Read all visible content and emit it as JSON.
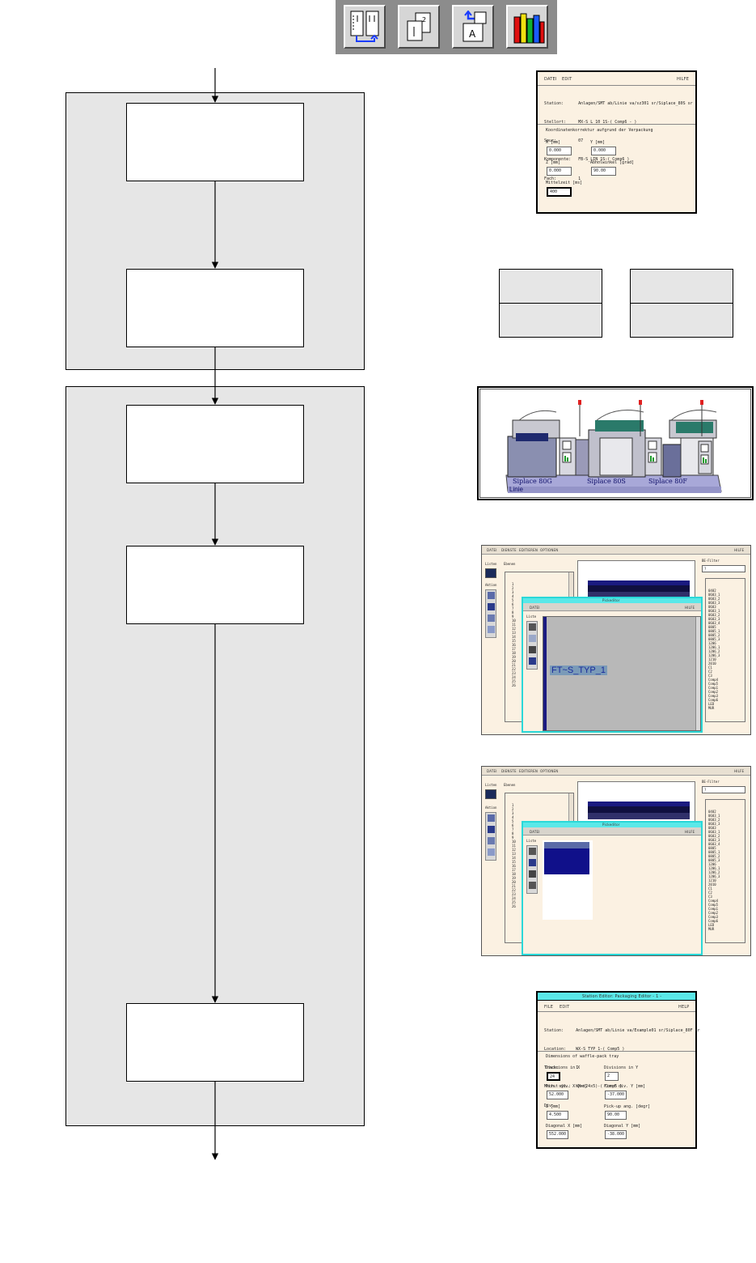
{
  "toolbar": {
    "icons": [
      "station-list-icon",
      "copy-pages-icon",
      "import-component-icon",
      "library-books-icon"
    ]
  },
  "dialog_top": {
    "menu": {
      "file": "DATEI",
      "edit": "EDIT",
      "help": "HILFE"
    },
    "info_lines": [
      "Station:      Anlagen/SMT ab/Linie va/sz301 sr/Siplace_80S sr",
      "Stellort:     MX-S_L_10_1S-( Comp6 - )",
      "Spur:         07",
      "Komponente:   FB-S_LIN_1S-( Comp6 )",
      "Fach:         1"
    ],
    "section_title": "Koordinatenkorrektur aufgrund der Verpackung",
    "fields": [
      {
        "label": "X [mm]",
        "value": "0.000"
      },
      {
        "label": "Y [mm]",
        "value": "0.000"
      },
      {
        "label": "Z [mm]",
        "value": "0.000"
      },
      {
        "label": "Abholwinkel [grad]",
        "value": "90.00"
      },
      {
        "label": "Mittelzeit [ms]",
        "value": "400"
      }
    ]
  },
  "machine_view": {
    "machines": [
      "Siplace 80G",
      "Siplace 80S",
      "Siplace 80F"
    ],
    "line_label": "Linie"
  },
  "editor1": {
    "menu": [
      "DATEI",
      "DIENSTE",
      "EDITIEREN",
      "OPTIONEN"
    ],
    "help": "HILFE",
    "listen_label": "Listen",
    "aktion_label": "Aktion",
    "ebenen_label": "Ebenen",
    "filter_label": "BE-Filter",
    "filter_value": "?",
    "numbers": [
      "1",
      "2",
      "3",
      "4",
      "5",
      "6",
      "7",
      "8",
      "9",
      "10",
      "11",
      "12",
      "13",
      "14",
      "15",
      "16",
      "17",
      "18",
      "19",
      "20",
      "21",
      "22",
      "23",
      "24",
      "25",
      "26"
    ],
    "right_items": [
      "0402",
      "0603_1",
      "0603_2",
      "0603_3",
      "0603",
      "0603_1",
      "0603_2",
      "0603_3",
      "0603_4",
      "0805",
      "0805_1",
      "0805_2",
      "0805_3",
      "1206",
      "1206_1",
      "1206_2",
      "1206_3",
      "1210",
      "2010",
      "C1",
      "C2",
      "C3",
      "Comp4",
      "Comp5",
      "Comp1",
      "Comp2",
      "Comp3",
      "Comp6",
      "LED",
      "MUR"
    ],
    "sub_title": "Pickeditor",
    "sub_menu_file": "DATEI",
    "sub_menu_help": "HILFE",
    "sub_list_label": "Liste",
    "component_text": "FT~S_TYP_1"
  },
  "editor2": {
    "menu": [
      "DATEI",
      "DIENSTE",
      "EDITIEREN",
      "OPTIONEN"
    ],
    "help": "HILFE",
    "listen_label": "Listen",
    "aktion_label": "Aktion",
    "ebenen_label": "Ebenen",
    "filter_label": "BE-Filter",
    "filter_value": "?",
    "sub_title": "Pickeditor",
    "sub_menu_file": "DATEI",
    "sub_menu_help": "HILFE",
    "sub_list_label": "Liste"
  },
  "dialog_bottom": {
    "title": "Station Editor: Packaging Editor - 1 -",
    "menu": {
      "file": "FILE",
      "edit": "EDIT",
      "help": "HELP"
    },
    "info_lines": [
      "Station:     Anlagen/SMT ab/Linie va/Example01 sr/Siplace_80F sr",
      "Location:    WX-S_TYP_1-( Comp5 )",
      "Track:       1",
      "Mech. syt.:  WX-(24x5)-( Comp5 )",
      "Div:"
    ],
    "section_title": "Dimensions of waffle-pack tray",
    "fields": [
      {
        "label": "Divisions in X",
        "value": "24"
      },
      {
        "label": "Divisions in Y",
        "value": "2"
      },
      {
        "label": "First div. X [mm]",
        "value": "52.000"
      },
      {
        "label": "First div. Y [mm]",
        "value": "-37.000"
      },
      {
        "label": "Z [mm]",
        "value": "4.500"
      },
      {
        "label": "Pick-up ang. [degr]",
        "value": "90.00"
      },
      {
        "label": "Diagonal X [mm]",
        "value": "552.000"
      },
      {
        "label": "Diagonal Y [mm]",
        "value": "-38.000"
      }
    ]
  }
}
